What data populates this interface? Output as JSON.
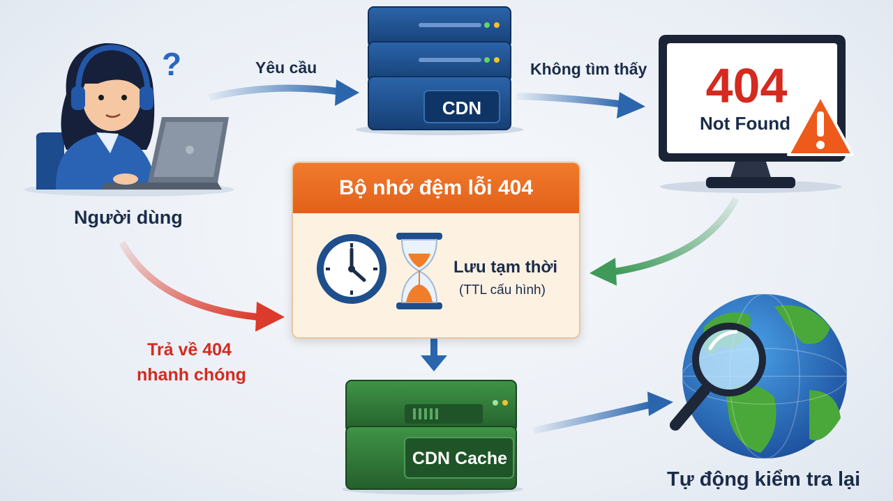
{
  "labels": {
    "request": "Yêu cầu",
    "not_found_arrow": "Không tìm thấy",
    "user": "Người dùng",
    "return_404_line1": "Trả về 404",
    "return_404_line2": "nhanh chóng",
    "auto_recheck": "Tự động kiểm tra lại"
  },
  "cdn_server": {
    "label": "CDN"
  },
  "monitor": {
    "code": "404",
    "message": "Not Found"
  },
  "cache_panel": {
    "title": "Bộ nhớ đệm lỗi 404",
    "store_label": "Lưu tạm thời",
    "ttl_label": "(TTL cấu hình)"
  },
  "cdn_cache_server": {
    "label": "CDN Cache"
  },
  "colors": {
    "server_blue": "#1e4f8c",
    "server_green": "#2f7d3a",
    "accent_orange": "#e8671f",
    "error_red": "#d42a20",
    "arrow_blue": "#2b66ad",
    "arrow_green": "#3f9a5a",
    "arrow_red": "#dc3a2a",
    "text_navy": "#1b2c4a"
  },
  "icons": [
    "question-mark-icon",
    "headset-icon",
    "laptop-icon",
    "warning-icon",
    "clock-icon",
    "hourglass-icon",
    "globe-icon",
    "magnifier-icon"
  ]
}
